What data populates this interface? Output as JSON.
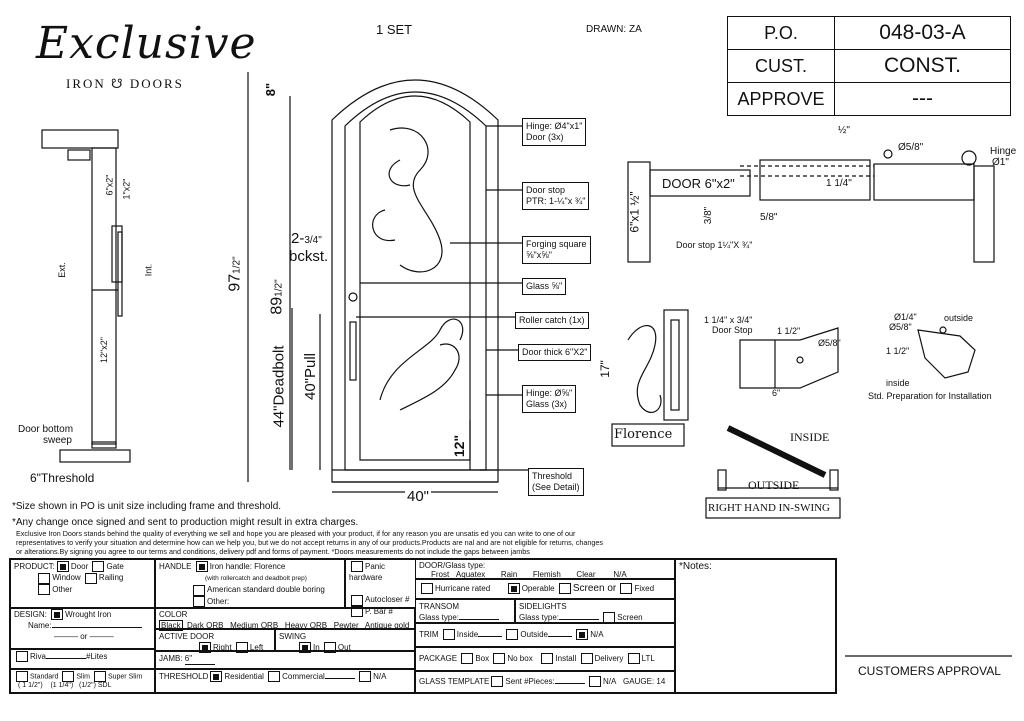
{
  "brand": {
    "script": "Exclusive",
    "sub_left": "IRON",
    "sub_right": "DOORS"
  },
  "header": {
    "set": "1 SET",
    "drawn": "DRAWN: ZA"
  },
  "po_table": [
    {
      "label": "P.O.",
      "value": "048-03-A"
    },
    {
      "label": "CUST.",
      "value": "CONST."
    },
    {
      "label": "APPROVE",
      "value": "---"
    }
  ],
  "left_detail": {
    "top_size": "6\"x2\"",
    "top_size2": "1\"x2\"",
    "ext": "Ext.",
    "int": "Int.",
    "bottom_size": "12\"x2\"",
    "sweep1": "Door bottom",
    "sweep2": "sweep",
    "threshold": "6\"Threshold"
  },
  "main_dims": {
    "top": "8\"",
    "overall": "97",
    "overall_frac": "1/2\"",
    "door": "89",
    "door_frac": "1/2\"",
    "backset": "2-",
    "backset_frac": "3/4\"",
    "backset_lbl": "bckst.",
    "deadbolt": "44\"Deadbolt",
    "pull": "40\"Pull",
    "bottom": "12\"",
    "width": "40\""
  },
  "callouts": [
    {
      "line1": "Hinge: Ø4\"x1\"",
      "line2": "Door (3x)"
    },
    {
      "line1": "Door stop",
      "line2": "PTR: 1-¼\"x ¾\""
    },
    {
      "line1": "Forging square",
      "line2": "⅝\"x⅝\""
    },
    {
      "line1": "Glass ⅝\"",
      "line2": ""
    },
    {
      "line1": "Roller catch  (1x)",
      "line2": ""
    },
    {
      "line1": "Door thick 6\"X2\"",
      "line2": ""
    },
    {
      "line1": "Hinge: Ø⅝\"",
      "line2": "Glass (3x)"
    },
    {
      "line1": "Threshold",
      "line2": "(See Detail)"
    }
  ],
  "section": {
    "door": "DOOR 6\"x2\"",
    "frame": "6\"x1 ½\"",
    "stop": "Door stop  1¼\"X ¾\"",
    "quarter": "1 1/4\"",
    "three8": "3/8\"",
    "five8": "5/8\"",
    "five8b": "Ø5/8\"",
    "half": "½\"",
    "hinge": "Hinge",
    "hinge_size": "Ø1\""
  },
  "hardware": {
    "stop1": "1 1/4\" x 3/4\"",
    "stop2": "Door Stop",
    "half": "1 1/2\"",
    "dia": "Ø5/8\"",
    "six": "6\"",
    "d14": "Ø1/4\"",
    "d58": "Ø5/8\"",
    "h12": "1 1/2\"",
    "outside": "outside",
    "inside": "inside",
    "std": "Std. Preparation for Installation",
    "seventeen": "17\"",
    "florence": "Florence"
  },
  "swing": {
    "inside": "INSIDE",
    "outside": "OUTSIDE",
    "label": "RIGHT HAND IN-SWING"
  },
  "notes": {
    "n1": "*Size shown in PO is unit size including frame and threshold.",
    "n2": "*Any change once signed and sent to production might result in extra charges.",
    "d1": "Exclusive Iron Doors stands behind the quality of everything we sell and hope you are pleased with your product, if for any reason you are unsatis   ed you can write to one of our",
    "d2": "representatives to verify your situation and determine how can we help you, but we do not accept returns in any of our products.Products are    nal and are not eligible for returns, changes",
    "d3": "or alterations.By signing you agree to our terms and conditions, delivery pdf and forms of payment. *Doors measurements do not include the gaps between jambs"
  },
  "form": {
    "product": "PRODUCT:",
    "door": "Door",
    "gate": "Gate",
    "window": "Window",
    "railing": "Railing",
    "other": "Other",
    "handle": "HANDLE",
    "iron_handle": "Iron handle: Florence",
    "handle_note": "(with rollercatch and deadbolt prep)",
    "american": "American standard double boring",
    "h_other": "Other:",
    "panic": "Panic hardware",
    "autocloser": "Autocloser #",
    "pbar": "P. Bar #",
    "design": "DESIGN:",
    "wrought": "Wrought Iron",
    "name": "Name:",
    "or": "or",
    "color": "COLOR",
    "colors": [
      "Black",
      "Dark ORB",
      "Medium ORB",
      "Heavy ORB",
      "Pewter",
      "Antique gold"
    ],
    "riva": "Riva",
    "lites": "#Lites",
    "active": "ACTIVE DOOR",
    "right": "Right",
    "left": "Left",
    "swing": "SWING",
    "in": "In",
    "out": "Out",
    "jamb": "JAMB:",
    "jamb_val": "6\"",
    "std": "Standard",
    "std2": "( 1 1/2\")",
    "slim": "Slim",
    "slim2": "(1 1/4\")",
    "super": "Super Slim",
    "super2": "(1/2\") SDL",
    "threshold": "THRESHOLD",
    "residential": "Residential",
    "commercial": "Commercial",
    "na": "N/A",
    "glass_type": "DOOR/Glass type:",
    "g_opts": [
      "Frost",
      "Aquatex",
      "Rain",
      "Flemish",
      "Clear",
      "N/A"
    ],
    "hurricane": "Hurricane rated",
    "operable": "Operable",
    "screen_or": "Screen or",
    "fixed": "Fixed",
    "transom": "TRANSOM",
    "t_glass": "Glass type:",
    "sidelights": "SIDELIGHTS",
    "s_glass": "Glass type:",
    "screen": "Screen",
    "trim": "TRIM",
    "inside": "Inside",
    "outside": "Outside",
    "trim_na": "N/A",
    "package": "PACKAGE",
    "box": "Box",
    "nobox": "No box",
    "install": "Install",
    "delivery": "Delivery",
    "ltl": "LTL",
    "template": "GLASS TEMPLATE",
    "sent": "Sent #Pieces:",
    "t_na": "N/A",
    "gauge": "GAUGE: 14",
    "notes": "*Notes:"
  },
  "approval": "CUSTOMERS APPROVAL"
}
